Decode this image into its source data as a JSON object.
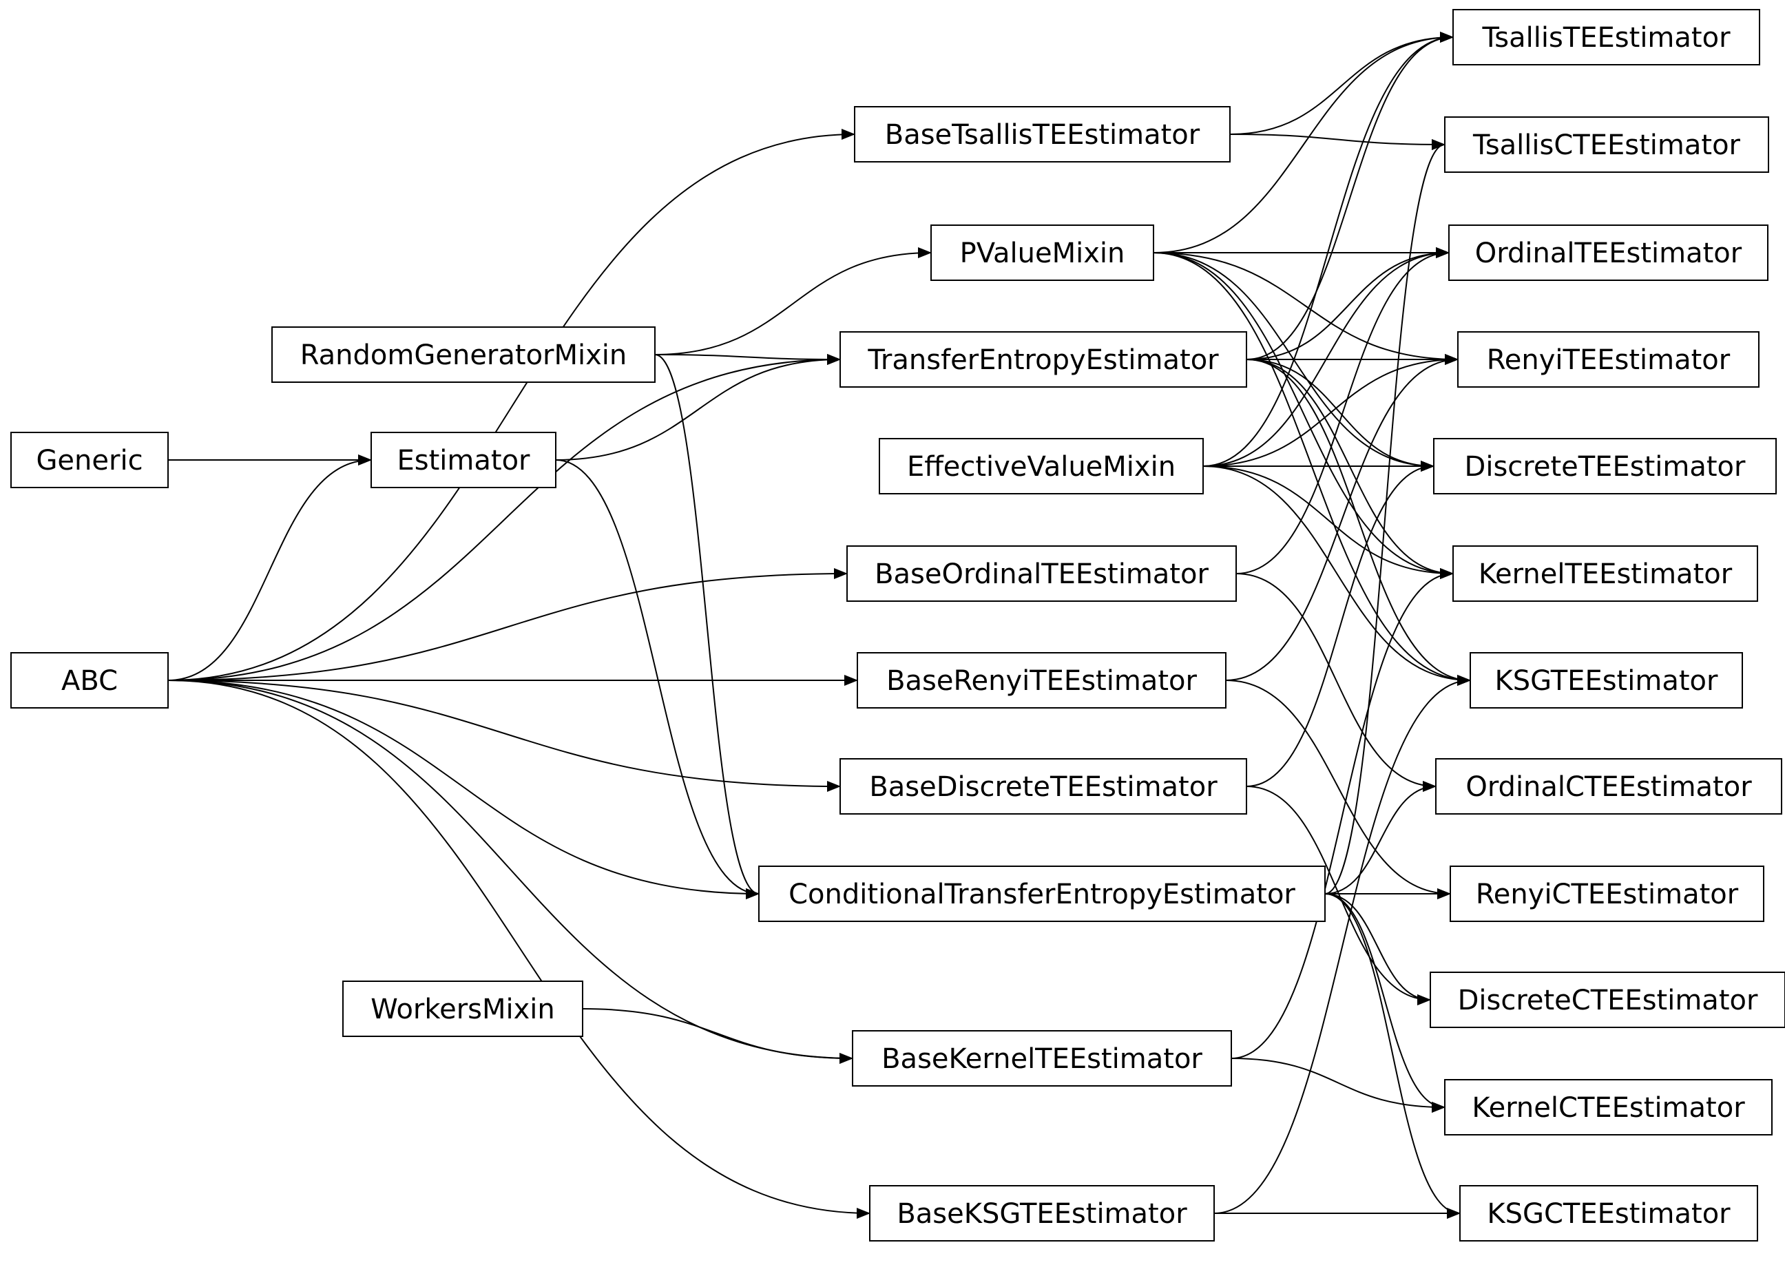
{
  "nodes": [
    {
      "id": "TsallisTEEstimator",
      "label": "TsallisTEEstimator"
    },
    {
      "id": "TsallisCTEEstimator",
      "label": "TsallisCTEEstimator"
    },
    {
      "id": "OrdinalTEEstimator",
      "label": "OrdinalTEEstimator"
    },
    {
      "id": "RenyiTEEstimator",
      "label": "RenyiTEEstimator"
    },
    {
      "id": "DiscreteTEEstimator",
      "label": "DiscreteTEEstimator"
    },
    {
      "id": "KernelTEEstimator",
      "label": "KernelTEEstimator"
    },
    {
      "id": "KSGTEEstimator",
      "label": "KSGTEEstimator"
    },
    {
      "id": "OrdinalCTEEstimator",
      "label": "OrdinalCTEEstimator"
    },
    {
      "id": "RenyiCTEEstimator",
      "label": "RenyiCTEEstimator"
    },
    {
      "id": "DiscreteCTEEstimator",
      "label": "DiscreteCTEEstimator"
    },
    {
      "id": "KernelCTEEstimator",
      "label": "KernelCTEEstimator"
    },
    {
      "id": "KSGCTEEstimator",
      "label": "KSGCTEEstimator"
    },
    {
      "id": "BaseTsallisTEEstimator",
      "label": "BaseTsallisTEEstimator"
    },
    {
      "id": "PValueMixin",
      "label": "PValueMixin"
    },
    {
      "id": "TransferEntropyEstimator",
      "label": "TransferEntropyEstimator"
    },
    {
      "id": "EffectiveValueMixin",
      "label": "EffectiveValueMixin"
    },
    {
      "id": "BaseOrdinalTEEstimator",
      "label": "BaseOrdinalTEEstimator"
    },
    {
      "id": "BaseRenyiTEEstimator",
      "label": "BaseRenyiTEEstimator"
    },
    {
      "id": "BaseDiscreteTEEstimator",
      "label": "BaseDiscreteTEEstimator"
    },
    {
      "id": "ConditionalTransferEntropyEstimator",
      "label": "ConditionalTransferEntropyEstimator"
    },
    {
      "id": "BaseKernelTEEstimator",
      "label": "BaseKernelTEEstimator"
    },
    {
      "id": "BaseKSGTEEstimator",
      "label": "BaseKSGTEEstimator"
    },
    {
      "id": "RandomGeneratorMixin",
      "label": "RandomGeneratorMixin"
    },
    {
      "id": "Estimator",
      "label": "Estimator"
    },
    {
      "id": "WorkersMixin",
      "label": "WorkersMixin"
    },
    {
      "id": "Generic",
      "label": "Generic"
    },
    {
      "id": "ABC",
      "label": "ABC"
    }
  ],
  "edges": [
    [
      "ABC",
      "BaseTsallisTEEstimator"
    ],
    [
      "ABC",
      "TransferEntropyEstimator"
    ],
    [
      "ABC",
      "Estimator"
    ],
    [
      "ABC",
      "BaseOrdinalTEEstimator"
    ],
    [
      "ABC",
      "BaseRenyiTEEstimator"
    ],
    [
      "ABC",
      "BaseDiscreteTEEstimator"
    ],
    [
      "ABC",
      "ConditionalTransferEntropyEstimator"
    ],
    [
      "ABC",
      "BaseKernelTEEstimator"
    ],
    [
      "ABC",
      "BaseKSGTEEstimator"
    ],
    [
      "Generic",
      "Estimator"
    ],
    [
      "Estimator",
      "TransferEntropyEstimator"
    ],
    [
      "Estimator",
      "ConditionalTransferEntropyEstimator"
    ],
    [
      "RandomGeneratorMixin",
      "PValueMixin"
    ],
    [
      "RandomGeneratorMixin",
      "TransferEntropyEstimator"
    ],
    [
      "RandomGeneratorMixin",
      "ConditionalTransferEntropyEstimator"
    ],
    [
      "WorkersMixin",
      "BaseKernelTEEstimator"
    ],
    [
      "BaseTsallisTEEstimator",
      "TsallisTEEstimator"
    ],
    [
      "BaseTsallisTEEstimator",
      "TsallisCTEEstimator"
    ],
    [
      "PValueMixin",
      "TsallisTEEstimator"
    ],
    [
      "PValueMixin",
      "OrdinalTEEstimator"
    ],
    [
      "PValueMixin",
      "RenyiTEEstimator"
    ],
    [
      "PValueMixin",
      "DiscreteTEEstimator"
    ],
    [
      "PValueMixin",
      "KernelTEEstimator"
    ],
    [
      "PValueMixin",
      "KSGTEEstimator"
    ],
    [
      "TransferEntropyEstimator",
      "TsallisTEEstimator"
    ],
    [
      "TransferEntropyEstimator",
      "OrdinalTEEstimator"
    ],
    [
      "TransferEntropyEstimator",
      "RenyiTEEstimator"
    ],
    [
      "TransferEntropyEstimator",
      "DiscreteTEEstimator"
    ],
    [
      "TransferEntropyEstimator",
      "KernelTEEstimator"
    ],
    [
      "TransferEntropyEstimator",
      "KSGTEEstimator"
    ],
    [
      "EffectiveValueMixin",
      "TsallisTEEstimator"
    ],
    [
      "EffectiveValueMixin",
      "OrdinalTEEstimator"
    ],
    [
      "EffectiveValueMixin",
      "RenyiTEEstimator"
    ],
    [
      "EffectiveValueMixin",
      "DiscreteTEEstimator"
    ],
    [
      "EffectiveValueMixin",
      "KernelTEEstimator"
    ],
    [
      "EffectiveValueMixin",
      "KSGTEEstimator"
    ],
    [
      "BaseOrdinalTEEstimator",
      "OrdinalTEEstimator"
    ],
    [
      "BaseOrdinalTEEstimator",
      "OrdinalCTEEstimator"
    ],
    [
      "BaseRenyiTEEstimator",
      "RenyiTEEstimator"
    ],
    [
      "BaseRenyiTEEstimator",
      "RenyiCTEEstimator"
    ],
    [
      "BaseDiscreteTEEstimator",
      "DiscreteTEEstimator"
    ],
    [
      "BaseDiscreteTEEstimator",
      "DiscreteCTEEstimator"
    ],
    [
      "ConditionalTransferEntropyEstimator",
      "TsallisCTEEstimator"
    ],
    [
      "ConditionalTransferEntropyEstimator",
      "OrdinalCTEEstimator"
    ],
    [
      "ConditionalTransferEntropyEstimator",
      "RenyiCTEEstimator"
    ],
    [
      "ConditionalTransferEntropyEstimator",
      "DiscreteCTEEstimator"
    ],
    [
      "ConditionalTransferEntropyEstimator",
      "KernelCTEEstimator"
    ],
    [
      "ConditionalTransferEntropyEstimator",
      "KSGCTEEstimator"
    ],
    [
      "BaseKernelTEEstimator",
      "KernelTEEstimator"
    ],
    [
      "BaseKernelTEEstimator",
      "KernelCTEEstimator"
    ],
    [
      "BaseKSGTEEstimator",
      "KSGTEEstimator"
    ],
    [
      "BaseKSGTEEstimator",
      "KSGCTEEstimator"
    ]
  ],
  "colors": {
    "line": "#000000",
    "fill": "#ffffff",
    "text": "#000000"
  }
}
